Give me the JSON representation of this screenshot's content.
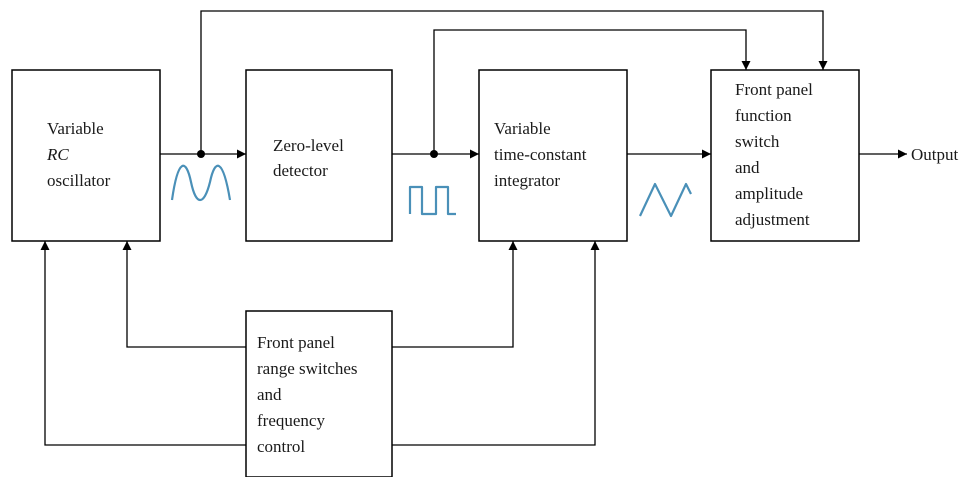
{
  "blocks": {
    "oscillator": {
      "lines": [
        "Variable",
        "RC",
        "oscillator"
      ]
    },
    "detector": {
      "lines": [
        "Zero-level",
        "detector"
      ]
    },
    "integrator": {
      "lines": [
        "Variable",
        "time-constant",
        "integrator"
      ]
    },
    "function_switch": {
      "lines": [
        "Front panel",
        "function",
        "switch",
        "and",
        "amplitude",
        "adjustment"
      ]
    },
    "range_control": {
      "lines": [
        "Front panel",
        "range switches",
        "and",
        "frequency",
        "control"
      ]
    }
  },
  "output_label": "Output",
  "waveforms": [
    "sine",
    "square",
    "triangle"
  ],
  "colors": {
    "waveform": "#4a90b8",
    "line": "#000000"
  }
}
